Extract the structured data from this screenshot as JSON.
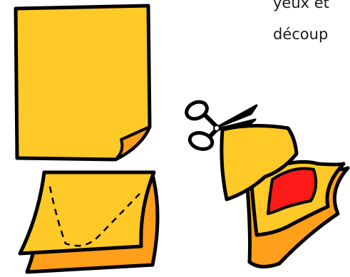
{
  "caption": {
    "line1": "yeux et",
    "line2": "découp"
  },
  "colors": {
    "paper": "#ffc928",
    "paper_back": "#ff9f1a",
    "cut_red": "#ff1a1a",
    "outline": "#000000",
    "background": "#ffffff"
  },
  "illustrations": [
    "sheet-with-curled-corner",
    "folded-sheet-with-dashed-cut-line",
    "scissors-icon",
    "cut-folded-paper-pieces"
  ]
}
